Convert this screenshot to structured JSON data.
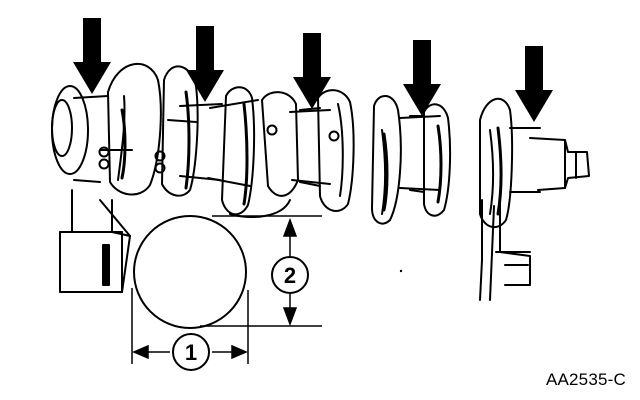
{
  "figure": {
    "id_label": "AA2535-C",
    "callouts": [
      {
        "number": "1"
      },
      {
        "number": "2"
      }
    ],
    "colors": {
      "ink": "#000000",
      "paper": "#ffffff"
    }
  }
}
